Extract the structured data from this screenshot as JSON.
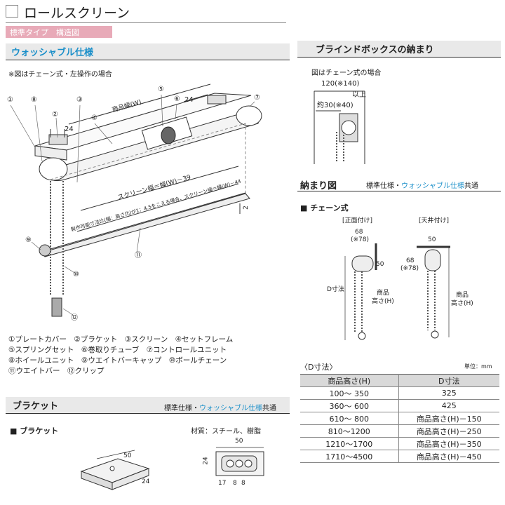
{
  "header": {
    "title": "ロールスクリーン",
    "subtitle": "標準タイプ　構造図"
  },
  "washable": {
    "title": "ウォッシャブル仕様",
    "note": "※図はチェーン式・左操作の場合",
    "dims": {
      "d24a": "24",
      "d24b": "24",
      "width": "商品幅(W)",
      "screen_width": "スクリーン幅＝幅(W)－39",
      "slant_note": "製作可能寸法比(幅：高さ比)が1：4.5をこえる場合、スクリーン幅＝幅(W)－44",
      "gap": "2"
    },
    "callouts": [
      "①",
      "②",
      "③",
      "④",
      "⑤",
      "⑥",
      "⑦",
      "⑧",
      "⑨",
      "⑩",
      "⑪",
      "⑫"
    ],
    "legend": [
      "①プレートカバー　②ブラケット　③スクリーン　④セットフレーム",
      "⑤スプリングセット　⑥巻取りチューブ　⑦コントロールユニット",
      "⑧ホイールユニット　⑨ウエイトバーキャップ　⑩ボールチェーン",
      "⑪ウエイトバー　⑫クリップ"
    ]
  },
  "box": {
    "title": "ブラインドボックスの納まり",
    "note": "図はチェーン式の場合",
    "dim1": "120(※140)",
    "dim1b": "以上",
    "dim2": "約30(※40)"
  },
  "fit": {
    "title": "納まり図",
    "std": "標準仕様・",
    "washable": "ウォッシャブル仕様",
    "common": "共通",
    "chain_label": "■ チェーン式",
    "front_label": "[正面付け]",
    "ceiling_label": "[天井付け]",
    "front": {
      "w": "68",
      "w2": "(※78)",
      "h": "50",
      "d": "D寸法",
      "prod_h1": "商品",
      "prod_h2": "高さ(H)"
    },
    "ceiling": {
      "w": "50",
      "h": "68",
      "h2": "(※78)",
      "prod_h1": "商品",
      "prod_h2": "高さ(H)"
    }
  },
  "dtable": {
    "title": "〈D寸法〉",
    "unit": "単位：mm",
    "headers": [
      "商品高さ(H)",
      "D寸法"
    ],
    "rows": [
      [
        "100～ 350",
        "325"
      ],
      [
        "360～ 600",
        "425"
      ],
      [
        "610～ 800",
        "商品高さ(H)－150"
      ],
      [
        "810～1200",
        "商品高さ(H)－250"
      ],
      [
        "1210～1700",
        "商品高さ(H)－350"
      ],
      [
        "1710～4500",
        "商品高さ(H)－450"
      ]
    ]
  },
  "bracket": {
    "title": "ブラケット",
    "std": "標準仕様・",
    "washable": "ウォッシャブル仕様",
    "common": "共通",
    "sub": "■ ブラケット",
    "material": "材質：スチール、樹脂",
    "iso": {
      "d50": "50",
      "d24": "24"
    },
    "front": {
      "d50": "50",
      "d24": "24",
      "d17": "17",
      "d8a": "8",
      "d8b": "8"
    }
  },
  "colors": {
    "accent_blue": "#1a8fc9",
    "header_pink": "#e8aab8"
  }
}
